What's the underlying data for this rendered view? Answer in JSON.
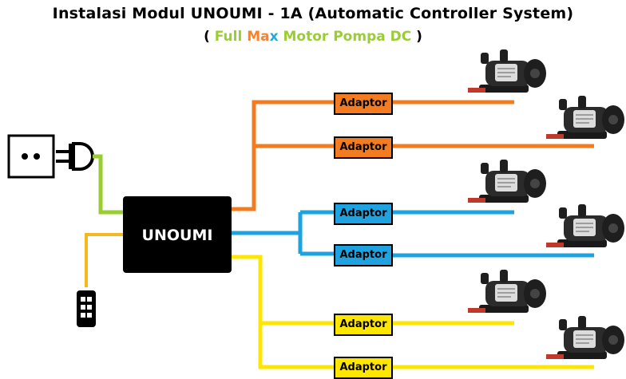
{
  "title": "Instalasi Modul UNOUMI - 1A (Automatic Controller System)",
  "subtitle": {
    "open": "( ",
    "word1": "Full",
    "m_a": "Ma",
    "m_x": "x",
    "rest": "Motor Pompa DC",
    "close": " )"
  },
  "controller_label": "UNOUMI",
  "adapters": [
    "Adaptor",
    "Adaptor",
    "Adaptor",
    "Adaptor",
    "Adaptor",
    "Adaptor"
  ],
  "colors": {
    "orange": "#f47c20",
    "blue": "#1fa3e0",
    "yellow": "#ffe600",
    "green": "#9acd32",
    "gold": "#f5b820"
  },
  "icons": [
    "power-socket-icon",
    "plug-icon",
    "remote-control-icon",
    "dc-pump-icon"
  ]
}
